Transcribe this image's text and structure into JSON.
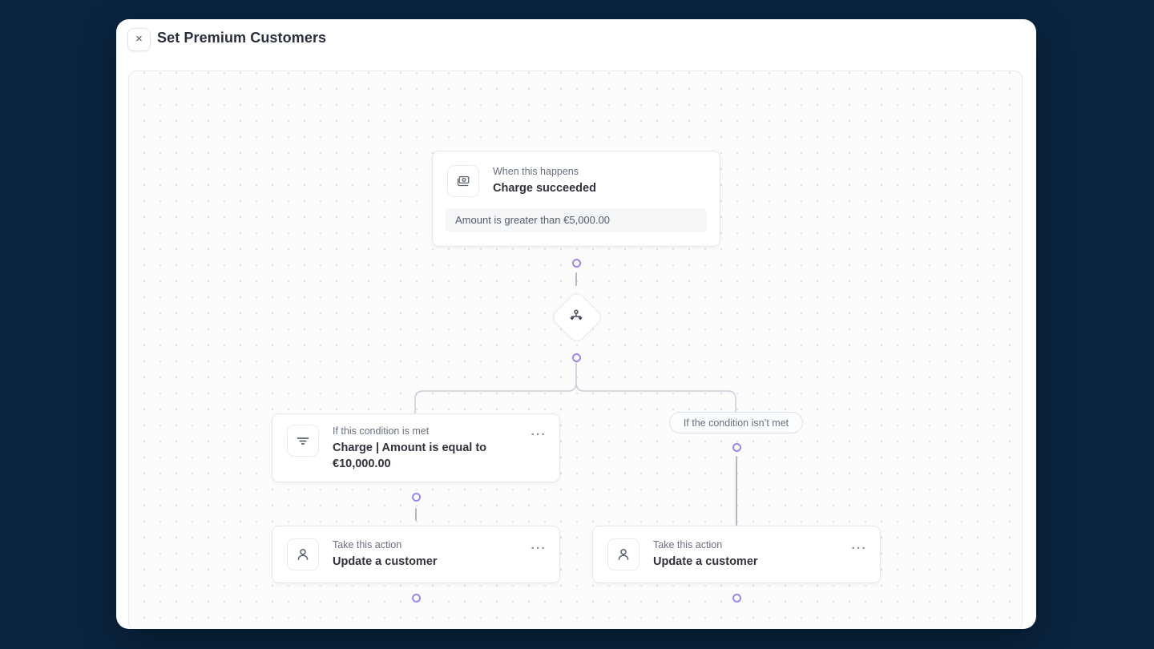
{
  "window": {
    "title": "Set Premium Customers",
    "close_icon": "×"
  },
  "ui": {
    "overflow_menu_icon": "···"
  },
  "nodes": {
    "trigger": {
      "kind_label": "When this happens",
      "title": "Charge succeeded",
      "filter": "Amount is greater than €5,000.00",
      "icon": "banknote-icon"
    },
    "branch": {
      "icon": "split-branch-icon"
    },
    "condition": {
      "kind_label": "If this condition is met",
      "title": "Charge | Amount is equal to €10,000.00",
      "icon": "filter-icon"
    },
    "else_pill": {
      "label": "If the condition isn’t met"
    },
    "action_left": {
      "kind_label": "Take this action",
      "title": "Update a customer",
      "icon": "person-icon"
    },
    "action_right": {
      "kind_label": "Take this action",
      "title": "Update a customer",
      "icon": "person-icon"
    }
  },
  "colors": {
    "background": "#0a2540",
    "panel": "#ffffff",
    "canvas": "#fcfcfd",
    "canvas_dots": "#dde1e7",
    "card_border": "#e4e8ee",
    "connector_line": "#b3bac6",
    "branch_connector": "#c7cedb",
    "connector_handle": "#938be7",
    "text_primary": "#30313d",
    "text_secondary": "#68707f",
    "filter_bar_bg": "#f5f6f8"
  }
}
